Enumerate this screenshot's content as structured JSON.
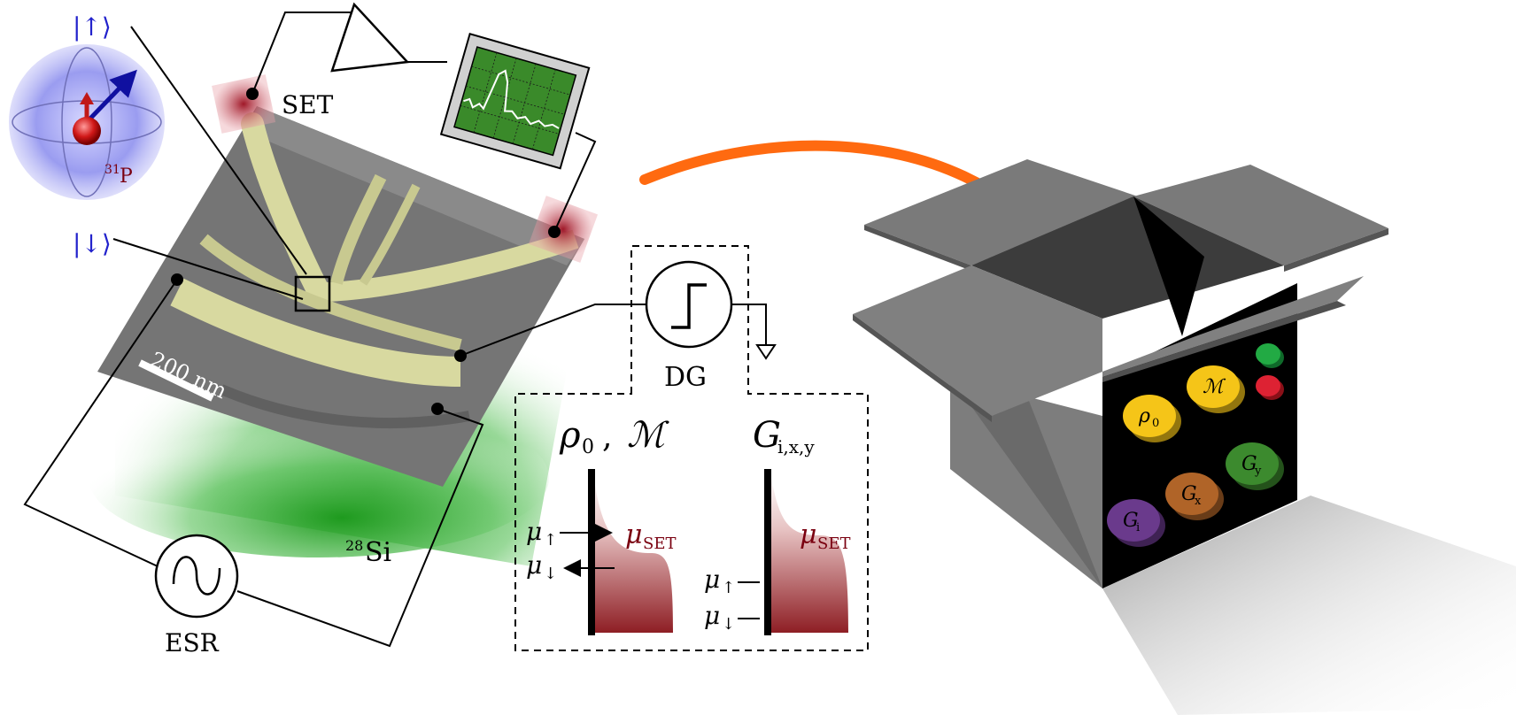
{
  "ket_up": "|↑⟩",
  "ket_down": "|↓⟩",
  "isotope_p_sup": "31",
  "isotope_p": "P",
  "isotope_si_sup": "28",
  "isotope_si": "Si",
  "set_label": "SET",
  "scale_bar": "200 nm",
  "esr_label": "ESR",
  "dg_label": "DG",
  "left_panel": {
    "title_rho": "ρ",
    "title_rho_sub": "0",
    "title_m": "ℳ",
    "mu": "μ",
    "arrow_up": "↑",
    "arrow_down": "↓",
    "mu_set_sub": "SET"
  },
  "right_panel": {
    "title_g": "G",
    "title_g_sub": "i,x,y"
  },
  "box_tokens": [
    {
      "name": "rho0",
      "label": "ρ",
      "sub": "0",
      "color": "#f5c518"
    },
    {
      "name": "M",
      "label": "ℳ",
      "sub": "",
      "color": "#f5c518"
    },
    {
      "name": "Gy",
      "label": "G",
      "sub": "y",
      "color": "#3c8a2e"
    },
    {
      "name": "Gx",
      "label": "G",
      "sub": "x",
      "color": "#b06428"
    },
    {
      "name": "Gi",
      "label": "G",
      "sub": "i",
      "color": "#6a3a8c"
    }
  ],
  "colors": {
    "arrow_orange": "#ff6a10",
    "box_gray": "#7d7d7d",
    "sem_yellow": "#d8d9a0",
    "si_green": "#2ea52e",
    "set_red": "#b02030",
    "led_green": "#22aa44",
    "led_red": "#dd2233"
  }
}
